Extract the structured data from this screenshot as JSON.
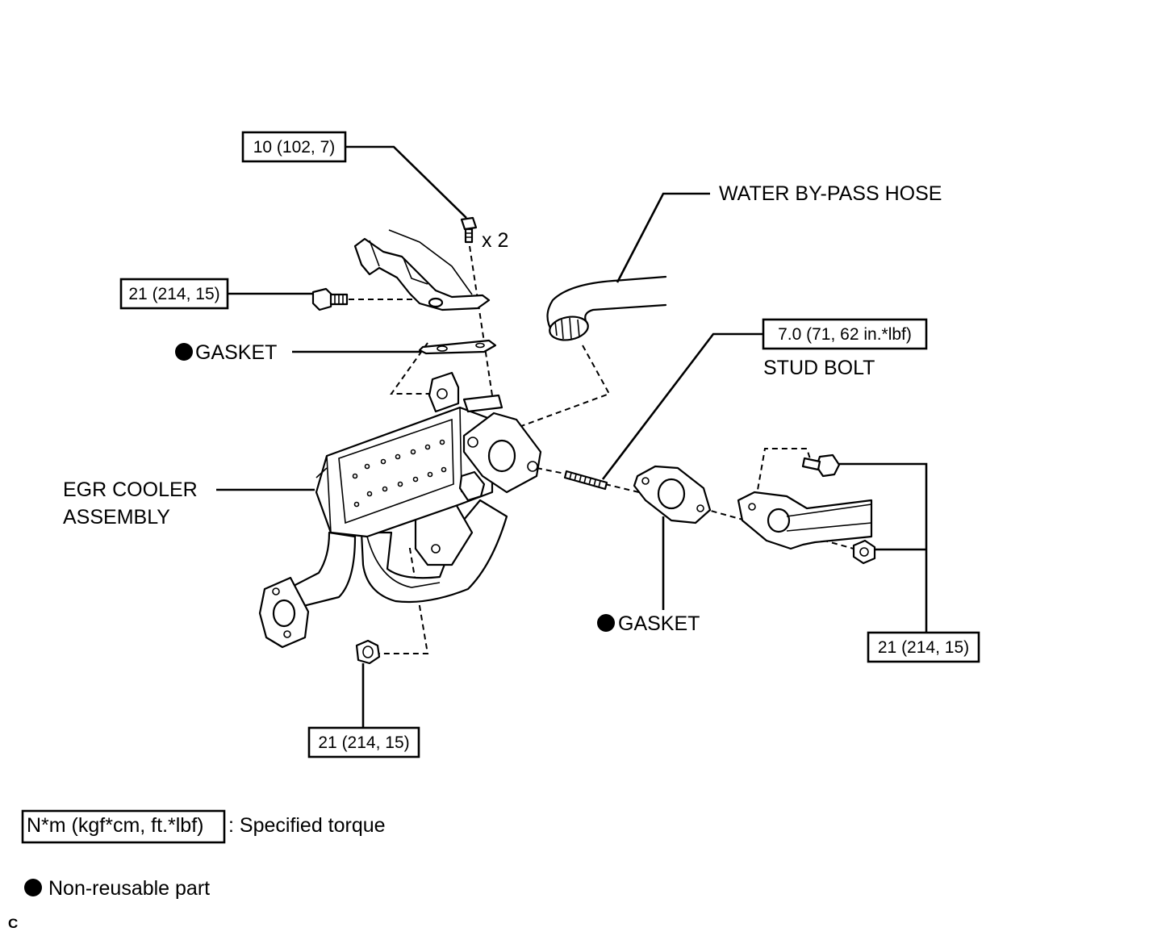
{
  "labels": {
    "water_bypass_hose": "WATER BY-PASS HOSE",
    "stud_bolt": "STUD BOLT",
    "gasket_upper": "GASKET",
    "gasket_lower": "GASKET",
    "egr_cooler_line1": "EGR COOLER",
    "egr_cooler_line2": "ASSEMBLY",
    "quantity": "x 2"
  },
  "torques": {
    "top_bolt": "10 (102, 7)",
    "upper_left_bolt": "21 (214, 15)",
    "stud_bolt": "7.0 (71, 62 in.*lbf)",
    "lower_nut": "21 (214, 15)",
    "right_bolts": "21 (214, 15)"
  },
  "legend": {
    "torque_unit": "N*m (kgf*cm, ft.*lbf)",
    "torque_desc": ": Specified torque",
    "non_reusable": "Non-reusable part"
  },
  "figure_ref": "C"
}
